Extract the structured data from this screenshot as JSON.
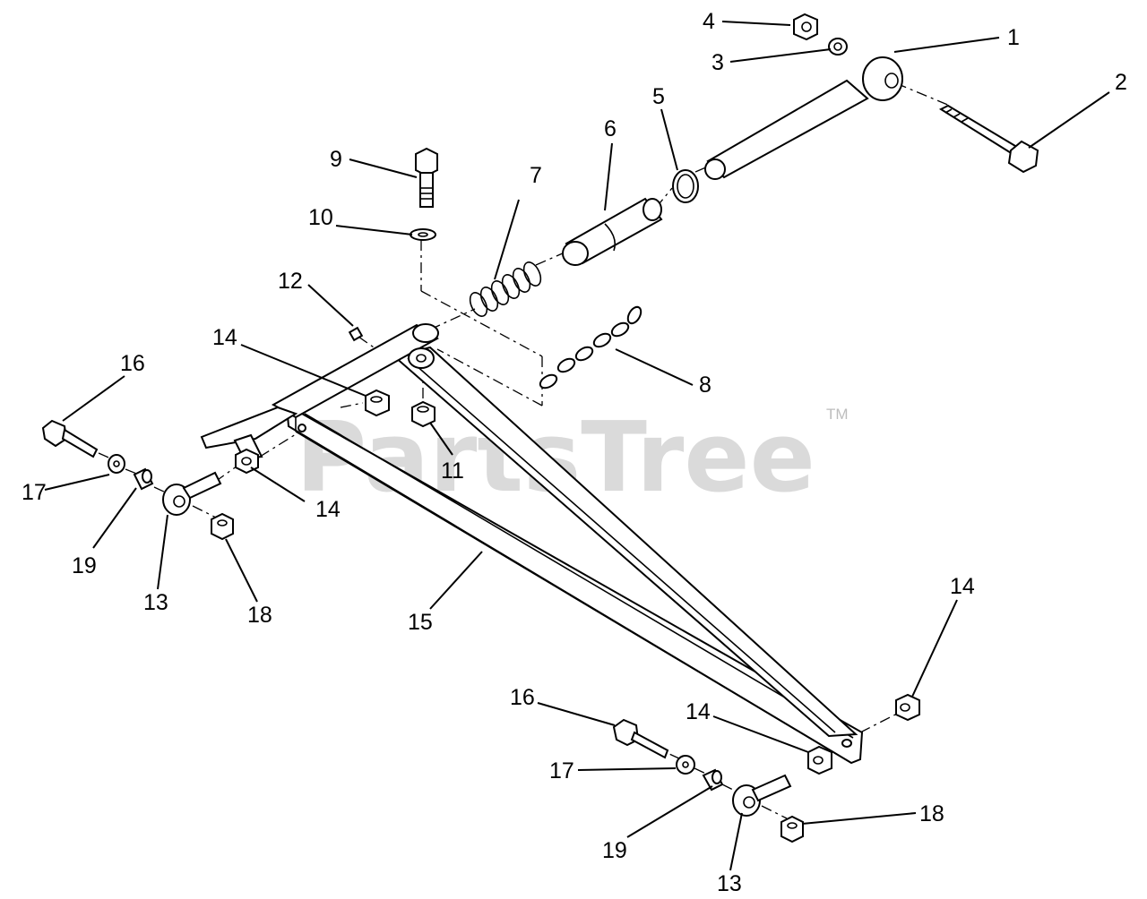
{
  "watermark": {
    "text": "PartsTree",
    "trademark": "TM"
  },
  "callouts": [
    {
      "id": "c1",
      "label": "1"
    },
    {
      "id": "c2",
      "label": "2"
    },
    {
      "id": "c3",
      "label": "3"
    },
    {
      "id": "c4",
      "label": "4"
    },
    {
      "id": "c5",
      "label": "5"
    },
    {
      "id": "c6",
      "label": "6"
    },
    {
      "id": "c7",
      "label": "7"
    },
    {
      "id": "c8",
      "label": "8"
    },
    {
      "id": "c9",
      "label": "9"
    },
    {
      "id": "c10",
      "label": "10"
    },
    {
      "id": "c11",
      "label": "11"
    },
    {
      "id": "c12",
      "label": "12"
    },
    {
      "id": "c14a",
      "label": "14"
    },
    {
      "id": "c16a",
      "label": "16"
    },
    {
      "id": "c17a",
      "label": "17"
    },
    {
      "id": "c14b",
      "label": "14"
    },
    {
      "id": "c19a",
      "label": "19"
    },
    {
      "id": "c13a",
      "label": "13"
    },
    {
      "id": "c18a",
      "label": "18"
    },
    {
      "id": "c15",
      "label": "15"
    },
    {
      "id": "c14c",
      "label": "14"
    },
    {
      "id": "c16b",
      "label": "16"
    },
    {
      "id": "c14d",
      "label": "14"
    },
    {
      "id": "c17b",
      "label": "17"
    },
    {
      "id": "c18b",
      "label": "18"
    },
    {
      "id": "c19b",
      "label": "19"
    },
    {
      "id": "c13b",
      "label": "13"
    }
  ]
}
